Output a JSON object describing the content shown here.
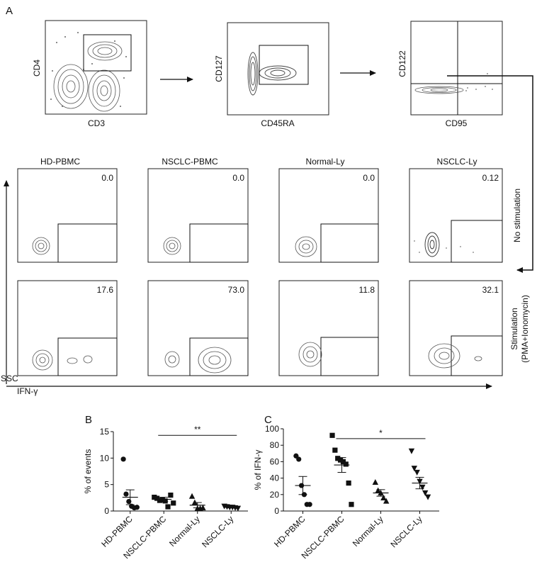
{
  "panel_labels": {
    "a": "A",
    "b": "B",
    "c": "C"
  },
  "gating": [
    {
      "ylabel": "CD4",
      "xlabel": "CD3"
    },
    {
      "ylabel": "CD127",
      "xlabel": "CD45RA"
    },
    {
      "ylabel": "CD122",
      "xlabel": "CD95"
    }
  ],
  "flow": {
    "columns": [
      "HD-PBMC",
      "NSCLC-PBMC",
      "Normal-Ly",
      "NSCLC-Ly"
    ],
    "rows": [
      {
        "label": "No stimulation",
        "values": [
          "0.0",
          "0.0",
          "0.0",
          "0.12"
        ]
      },
      {
        "label_line1": "Stimulation",
        "label_line2": "(PMA+Ionomycin)",
        "values": [
          "17.6",
          "73.0",
          "11.8",
          "32.1"
        ]
      }
    ],
    "y_axis": "SSC",
    "x_axis": "IFN-γ"
  },
  "chart_data": [
    {
      "type": "scatter",
      "panel": "B",
      "ylabel": "% of events",
      "ylim": [
        0,
        15
      ],
      "yticks": [
        0,
        5,
        10,
        15
      ],
      "categories": [
        "HD-PBMC",
        "NSCLC-PBMC",
        "Normal-Ly",
        "NSCLC-Ly"
      ],
      "markers": [
        "circle",
        "square",
        "triangle-up",
        "triangle-down"
      ],
      "points": [
        [
          9.8,
          3.2,
          1.8,
          0.9,
          0.6,
          0.7
        ],
        [
          2.6,
          2.4,
          2.0,
          2.1,
          1.9,
          0.8,
          3.0,
          1.5
        ],
        [
          2.8,
          1.6,
          0.5,
          0.5,
          0.6
        ],
        [
          0.9,
          0.8,
          0.7,
          0.7,
          0.6,
          0.5
        ]
      ],
      "means": [
        2.6,
        2.2,
        1.1,
        0.7
      ],
      "sem": [
        1.4,
        0.4,
        0.5,
        0.1
      ],
      "significance": {
        "from": 1,
        "to": 3,
        "label": "**",
        "y": 14.3
      }
    },
    {
      "type": "scatter",
      "panel": "C",
      "ylabel": "% of IFN-γ",
      "ylim": [
        0,
        100
      ],
      "yticks": [
        0,
        20,
        40,
        60,
        80,
        100
      ],
      "categories": [
        "HD-PBMC",
        "NSCLC-PBMC",
        "Normal-Ly",
        "NSCLC-Ly"
      ],
      "markers": [
        "circle",
        "square",
        "triangle-up",
        "triangle-down"
      ],
      "points": [
        [
          67,
          63,
          31,
          20,
          8,
          8
        ],
        [
          92,
          74,
          64,
          62,
          60,
          57,
          34,
          8
        ],
        [
          35,
          25,
          22,
          16,
          12
        ],
        [
          73,
          52,
          47,
          36,
          29,
          22,
          17
        ]
      ],
      "means": [
        31,
        56,
        22,
        34
      ],
      "sem": [
        11,
        9,
        4,
        7
      ],
      "significance": {
        "from": 1,
        "to": 3,
        "label": "*",
        "y": 88
      }
    }
  ]
}
